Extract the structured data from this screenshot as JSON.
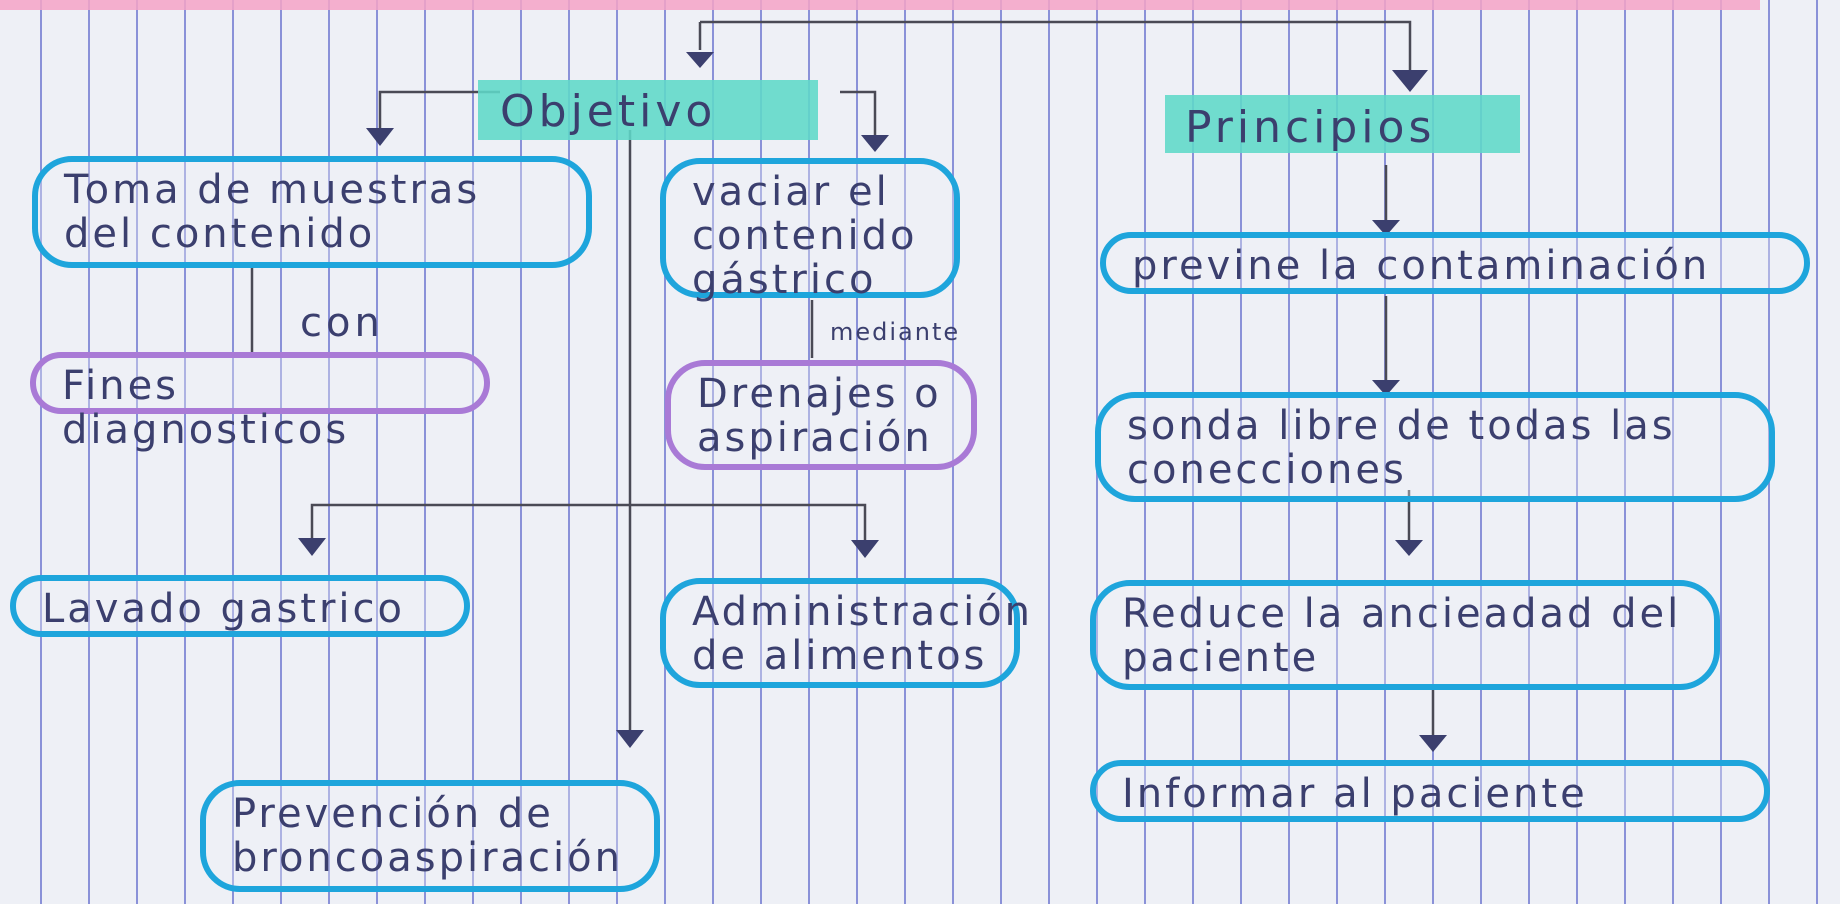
{
  "diagram": {
    "root_objetivo": "Objetivo",
    "root_principios": "Principios",
    "objetivo_branches": {
      "toma": "Toma de muestras del contenido",
      "connector_con": "con",
      "fines": "Fines diagnosticos",
      "vaciar": "vaciar el contenido gástrico",
      "connector_mediante": "mediante",
      "drenajes": "Drenajes o aspiración",
      "lavado": "Lavado gastrico",
      "administracion": "Administración de alimentos",
      "prevencion": "Prevención de broncoaspiración"
    },
    "principios_list": [
      "previne la contaminación",
      "sonda libre de todas las conecciones",
      "Reduce la ancieadad del paciente",
      "Informar al paciente"
    ]
  },
  "colors": {
    "node_border": "#1ea5dc",
    "purple_border": "#a97ad6",
    "highlight": "#5fd8c8",
    "ink": "#3b3f6e"
  }
}
